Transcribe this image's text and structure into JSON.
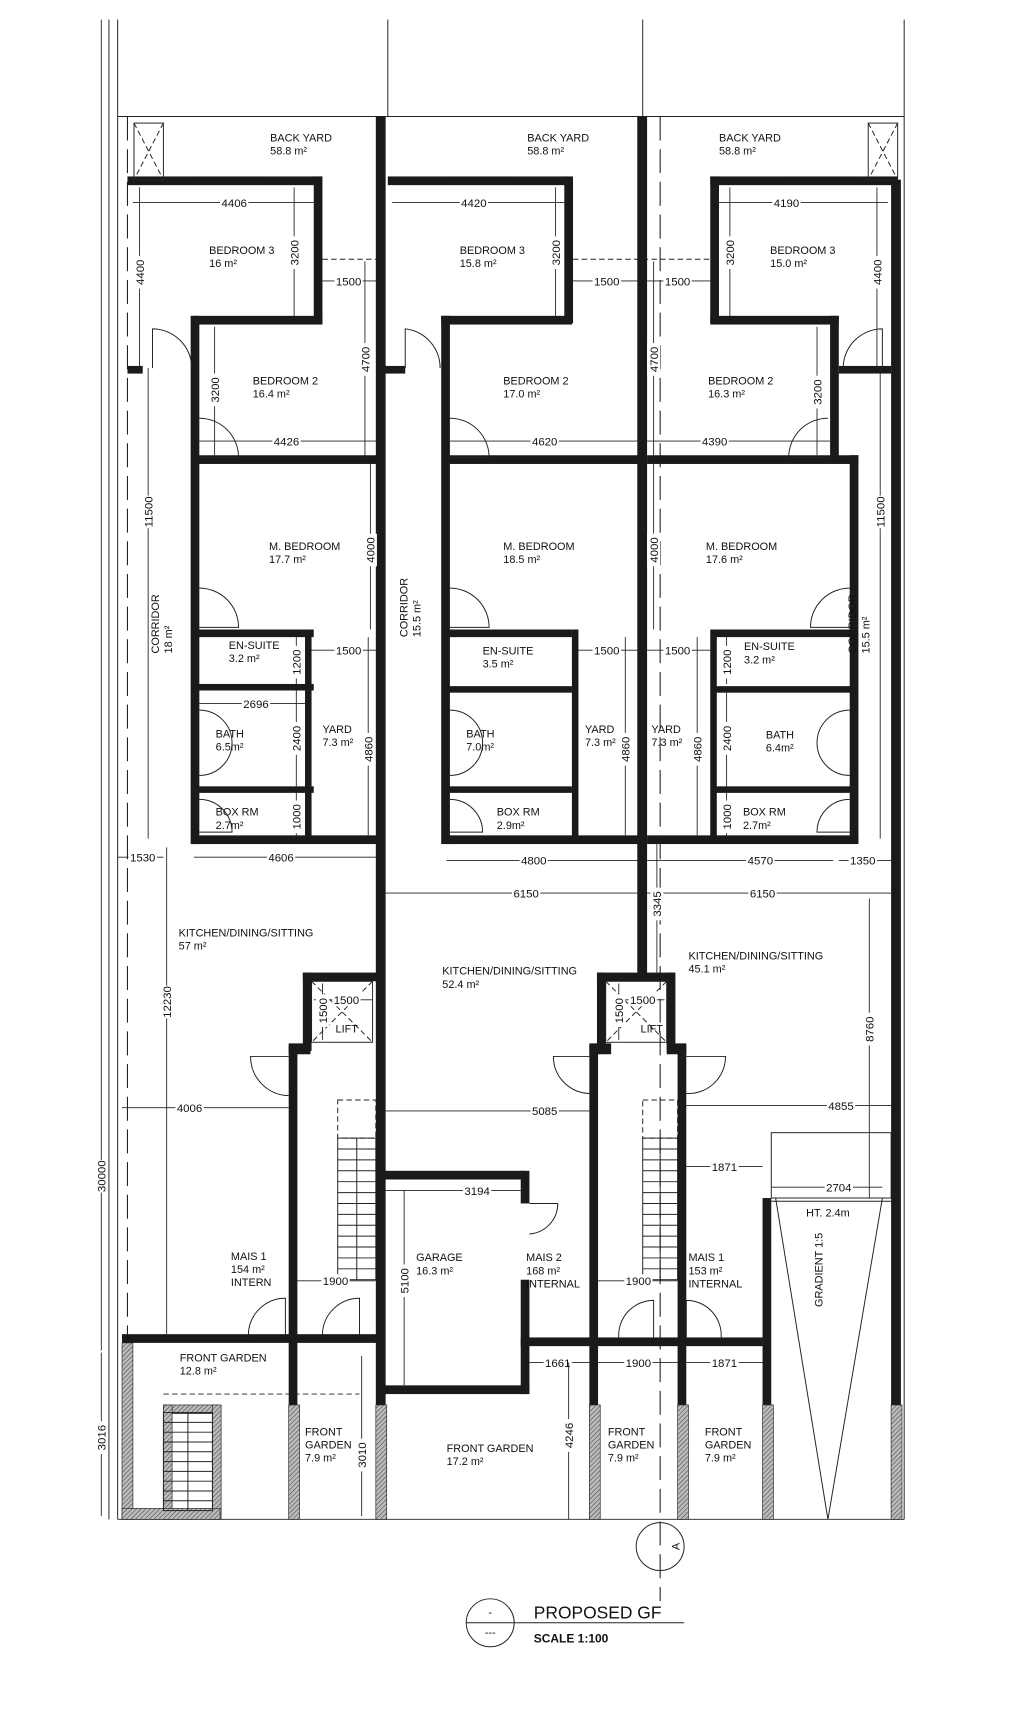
{
  "title": {
    "heading": "PROPOSED GF",
    "scale": "SCALE 1:100",
    "symbol_top": "-",
    "symbol_bottom": "---"
  },
  "section_marker": "A",
  "rooms": [
    {
      "lines": [
        "BACK YARD",
        "58.8 m²"
      ]
    },
    {
      "lines": [
        "BACK YARD",
        "58.8 m²"
      ]
    },
    {
      "lines": [
        "BACK YARD",
        "58.8 m²"
      ]
    },
    {
      "lines": [
        "BEDROOM 3",
        "16 m²"
      ]
    },
    {
      "lines": [
        "BEDROOM 3",
        "15.8 m²"
      ]
    },
    {
      "lines": [
        "BEDROOM 3",
        "15.0 m²"
      ]
    },
    {
      "lines": [
        "BEDROOM 2",
        "16.4 m²"
      ]
    },
    {
      "lines": [
        "BEDROOM 2",
        "17.0 m²"
      ]
    },
    {
      "lines": [
        "BEDROOM 2",
        "16.3 m²"
      ]
    },
    {
      "lines": [
        "M. BEDROOM",
        "17.7 m²"
      ]
    },
    {
      "lines": [
        "M. BEDROOM",
        "18.5 m²"
      ]
    },
    {
      "lines": [
        "M. BEDROOM",
        "17.6 m²"
      ]
    },
    {
      "lines": [
        "EN-SUITE",
        "3.2 m²"
      ]
    },
    {
      "lines": [
        "EN-SUITE",
        "3.5 m²"
      ]
    },
    {
      "lines": [
        "EN-SUITE",
        "3.2 m²"
      ]
    },
    {
      "lines": [
        "BATH",
        "6.5m²"
      ]
    },
    {
      "lines": [
        "BATH",
        "7.0m²"
      ]
    },
    {
      "lines": [
        "BATH",
        "6.4m²"
      ]
    },
    {
      "lines": [
        "BOX RM",
        "2.7m²"
      ]
    },
    {
      "lines": [
        "BOX RM",
        "2.9m²"
      ]
    },
    {
      "lines": [
        "BOX RM",
        "2.7m²"
      ]
    },
    {
      "lines": [
        "YARD",
        "7.3 m²"
      ]
    },
    {
      "lines": [
        "YARD",
        "7.3 m²"
      ]
    },
    {
      "lines": [
        "YARD",
        "7.3 m²"
      ]
    },
    {
      "lines": [
        "CORRIDOR",
        "18 m²"
      ]
    },
    {
      "lines": [
        "CORRIDOR",
        "15.5 m²"
      ]
    },
    {
      "lines": [
        "CORRIDOR",
        "15.5 m²"
      ]
    },
    {
      "lines": [
        "KITCHEN/DINING/SITTING",
        "57 m²"
      ]
    },
    {
      "lines": [
        "KITCHEN/DINING/SITTING",
        "52.4 m²"
      ]
    },
    {
      "lines": [
        "KITCHEN/DINING/SITTING",
        "45.1 m²"
      ]
    },
    {
      "lines": [
        "LIFT"
      ]
    },
    {
      "lines": [
        "LIFT"
      ]
    },
    {
      "lines": [
        "MAIS 1",
        "154 m²",
        "INTERN"
      ]
    },
    {
      "lines": [
        "GARAGE",
        "16.3 m²"
      ]
    },
    {
      "lines": [
        "MAIS 2",
        "168 m²",
        "INTERNAL"
      ]
    },
    {
      "lines": [
        "MAIS 1",
        "153 m²",
        "INTERNAL"
      ]
    },
    {
      "lines": [
        "HT. 2.4m"
      ]
    },
    {
      "lines": [
        "GRADIENT 1:5"
      ]
    },
    {
      "lines": [
        "FRONT GARDEN",
        "12.8 m²"
      ]
    },
    {
      "lines": [
        "FRONT",
        "GARDEN",
        "7.9 m²"
      ]
    },
    {
      "lines": [
        "FRONT GARDEN",
        "17.2 m²"
      ]
    },
    {
      "lines": [
        "FRONT",
        "GARDEN",
        "7.9 m²"
      ]
    },
    {
      "lines": [
        "FRONT",
        "GARDEN",
        "7.9 m²"
      ]
    }
  ],
  "dimensions": [
    "4406",
    "4420",
    "4190",
    "3200",
    "3200",
    "3200",
    "4400",
    "4400",
    "1500",
    "1500",
    "1500",
    "4700",
    "4700",
    "3200",
    "3200",
    "4426",
    "4620",
    "4390",
    "4000",
    "4000",
    "11500",
    "11500",
    "1500",
    "1500",
    "1500",
    "1200",
    "1200",
    "2696",
    "2400",
    "2400",
    "4860",
    "4860",
    "4860",
    "1000",
    "1000",
    "30000",
    "1530",
    "4606",
    "4800",
    "4570",
    "1350",
    "6150",
    "6150",
    "3345",
    "12230",
    "8760",
    "1500",
    "1500",
    "1500",
    "1500",
    "4006",
    "5085",
    "4855",
    "1871",
    "2704",
    "3194",
    "5100",
    "1900",
    "1900",
    "1661",
    "1900",
    "1871",
    "4246",
    "3016",
    "3010"
  ]
}
